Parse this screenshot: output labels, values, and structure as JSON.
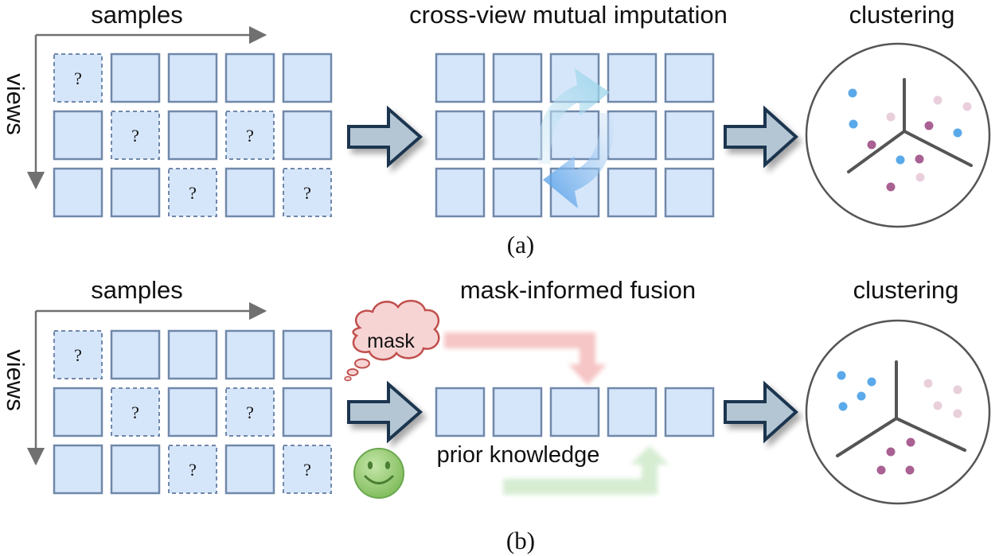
{
  "panel_a": {
    "samples_label": "samples",
    "views_label": "views",
    "method_label": "cross-view mutual imputation",
    "clustering_label": "clustering",
    "caption": "(a)",
    "missing_marker": "?"
  },
  "panel_b": {
    "samples_label": "samples",
    "views_label": "views",
    "method_label": "mask-informed fusion",
    "clustering_label": "clustering",
    "mask_label": "mask",
    "prior_label": "prior knowledge",
    "caption": "(b)",
    "missing_marker": "?"
  },
  "grid": {
    "rows": 3,
    "cols": 5,
    "missing_cells": [
      [
        0,
        0
      ],
      [
        1,
        1
      ],
      [
        1,
        3
      ],
      [
        2,
        2
      ],
      [
        2,
        4
      ]
    ]
  },
  "colors": {
    "cell_fill": "#d6e6fa",
    "cell_stroke": "#7088aa",
    "arrow_fill": "#b4c6d4",
    "arrow_stroke": "#1e3550",
    "axis": "#707070",
    "point_blue": "#5aa9ea",
    "point_light_pink": "#e9cfdc",
    "point_dark_pink": "#a96092",
    "mask_cloud_fill": "#f7d4d4",
    "mask_cloud_stroke": "#c0504d",
    "smiley_green": "#8ac46b",
    "pink_arrow": "#f6c2c2",
    "green_arrow": "#d4ecd0"
  }
}
